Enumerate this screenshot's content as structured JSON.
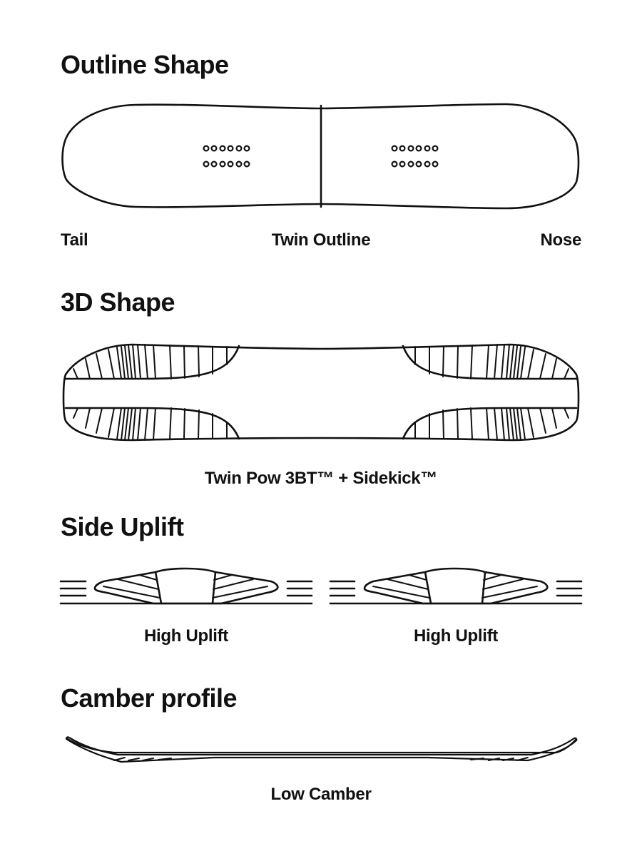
{
  "sections": {
    "outline": {
      "title": "Outline Shape",
      "labels": {
        "tail": "Tail",
        "center": "Twin Outline",
        "nose": "Nose"
      }
    },
    "shape3d": {
      "title": "3D Shape",
      "caption": "Twin Pow 3BT™ + Sidekick™"
    },
    "uplift": {
      "title": "Side Uplift",
      "left_caption": "High Uplift",
      "right_caption": "High Uplift"
    },
    "camber": {
      "title": "Camber profile",
      "caption": "Low Camber"
    }
  },
  "colors": {
    "ink": "#111111",
    "background": "#ffffff"
  }
}
